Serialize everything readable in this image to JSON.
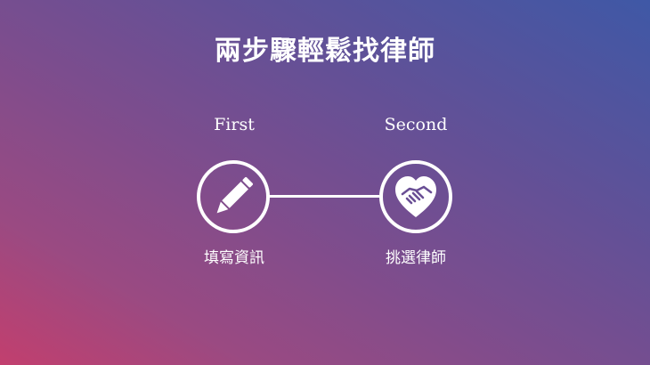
{
  "title": "兩步驟輕鬆找律師",
  "steps": [
    {
      "label": "First",
      "caption": "填寫資訊",
      "icon": "pencil-icon"
    },
    {
      "label": "Second",
      "caption": "挑選律師",
      "icon": "handshake-heart-icon"
    }
  ],
  "colors": {
    "gradient_top_right": "#3f58a6",
    "gradient_bottom_left": "#c23f6e",
    "foreground": "#ffffff"
  }
}
